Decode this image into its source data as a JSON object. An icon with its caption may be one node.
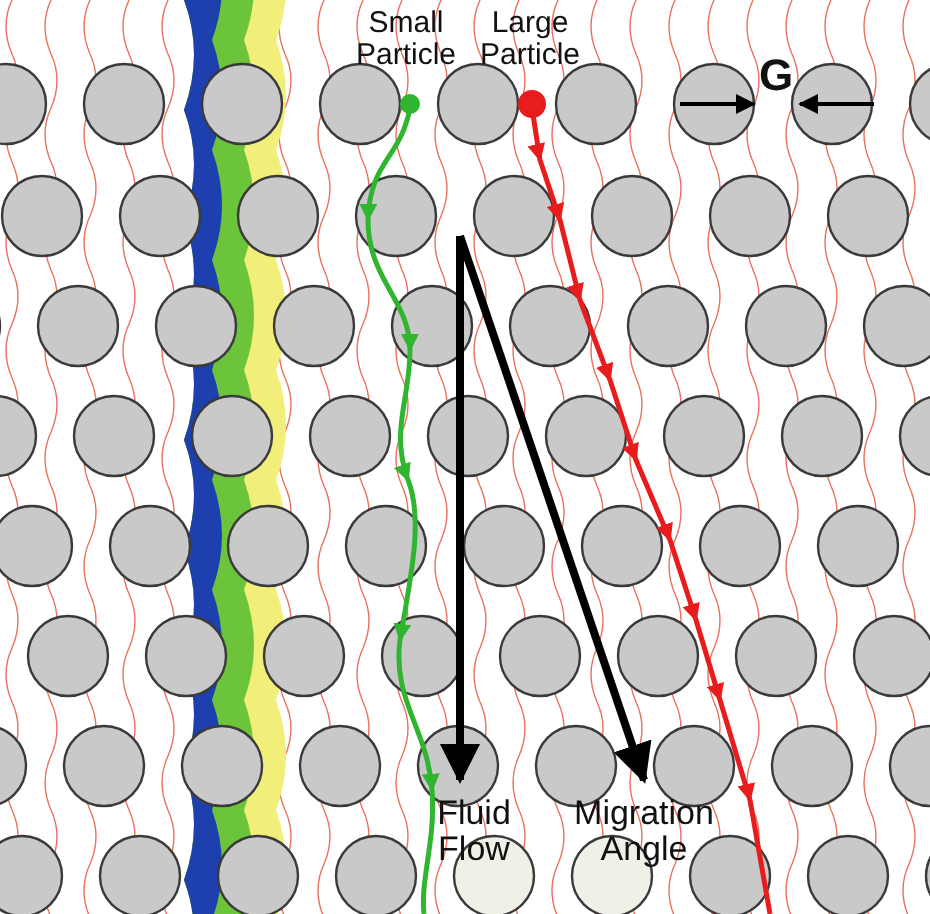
{
  "diagram": {
    "labels": [
      "Small Particle",
      "Large Particle",
      "G",
      "Fluid Flow",
      "Migration Angle"
    ]
  }
}
